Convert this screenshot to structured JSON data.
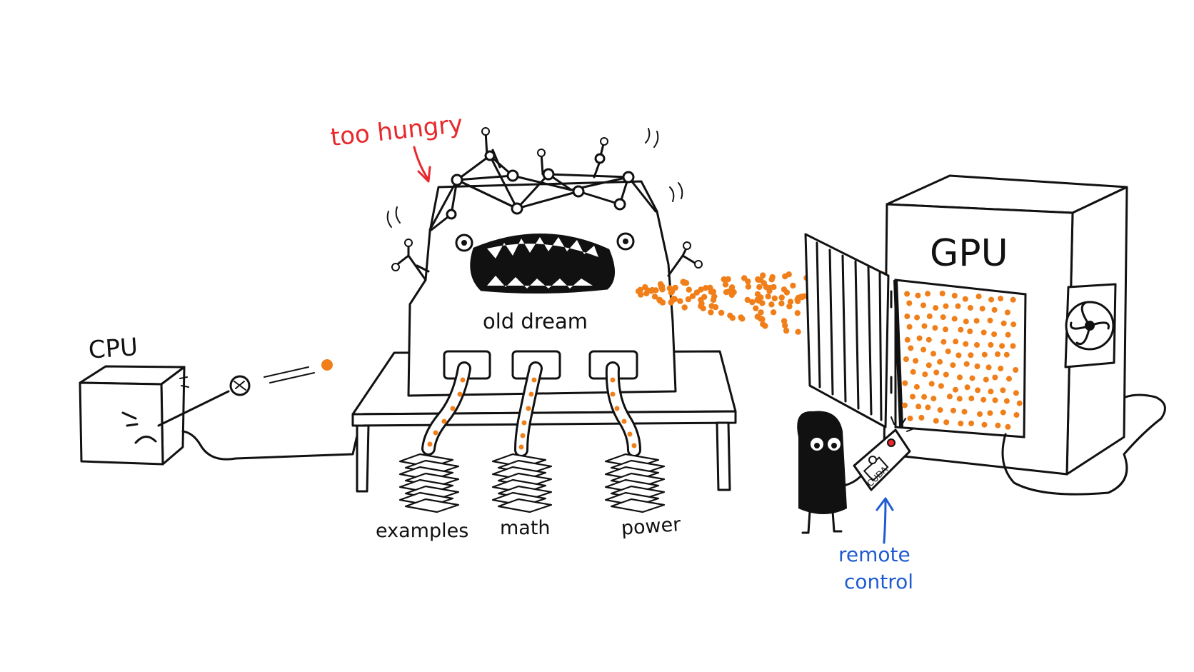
{
  "labels": {
    "cpu": "CPU",
    "gpu": "GPU",
    "machine": "old dream",
    "too_hungry": "too hungry",
    "inputs": [
      "examples",
      "math",
      "power"
    ],
    "remote_line1": "remote",
    "remote_line2": "control",
    "remote_button": "CUDA"
  },
  "colors": {
    "ink": "#111111",
    "accent_orange": "#f07f1a",
    "annotation_red": "#e8282b",
    "annotation_blue": "#1f5bd1",
    "background": "#ffffff"
  },
  "icons": [
    "fan-icon",
    "neural-network-icon",
    "paddle-icon",
    "monster-mouth-icon"
  ]
}
